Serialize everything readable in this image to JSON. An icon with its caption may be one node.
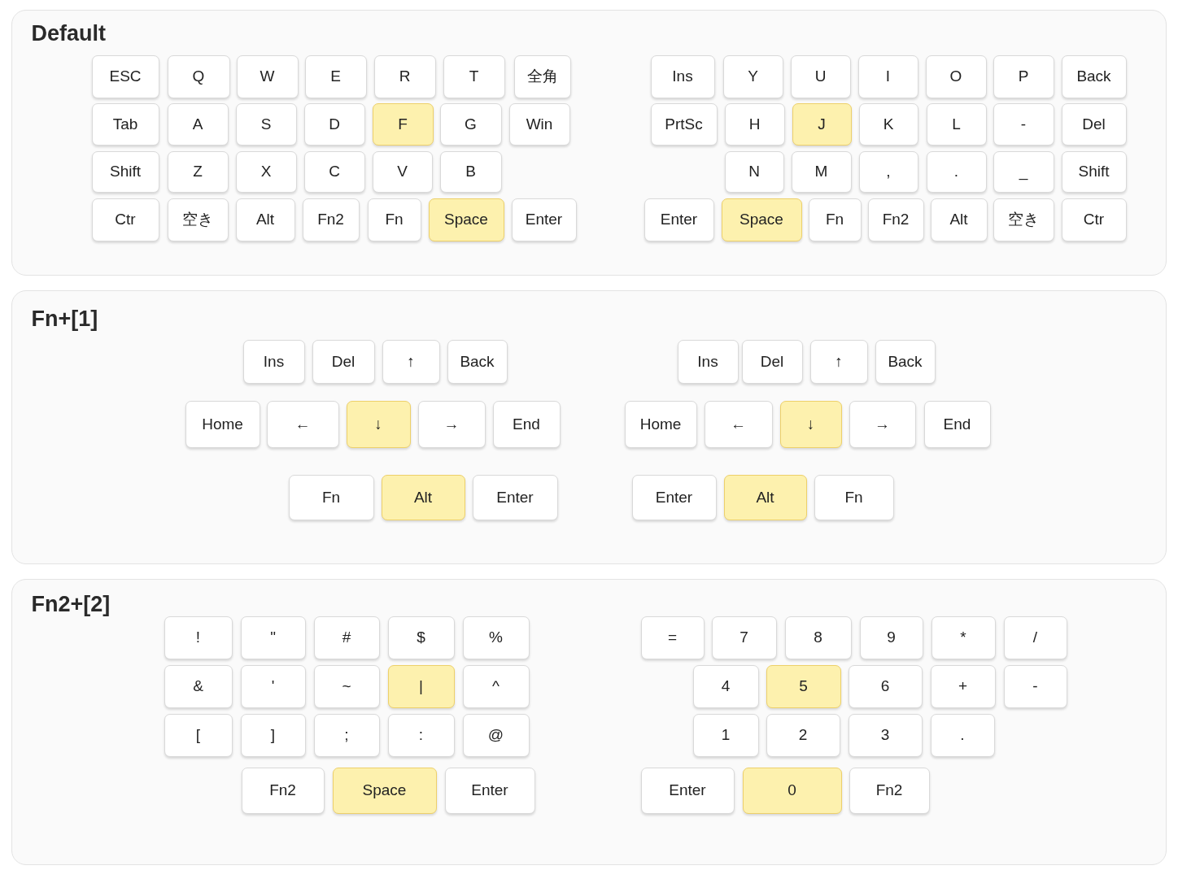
{
  "diagram": {
    "nodes": [
      {
        "text": [
          "Default"
        ]
      },
      {
        "text": [
          "ESC"
        ],
        "in": 0
      },
      {
        "text": [
          "Q"
        ],
        "in": 0
      },
      {
        "text": [
          "W"
        ],
        "in": 0
      },
      {
        "text": [
          "E"
        ],
        "in": 0
      },
      {
        "text": [
          "R"
        ],
        "in": 0
      },
      {
        "text": [
          "T"
        ],
        "in": 0
      },
      {
        "text": [
          "全角"
        ],
        "in": 0
      },
      {
        "text": [
          "Ins"
        ],
        "in": 0
      },
      {
        "text": [
          "Y"
        ],
        "in": 0
      },
      {
        "text": [
          "U"
        ],
        "in": 0
      },
      {
        "text": [
          "I"
        ],
        "in": 0
      },
      {
        "text": [
          "O"
        ],
        "in": 0
      },
      {
        "text": [
          "P"
        ],
        "in": 0
      },
      {
        "text": [
          "Back"
        ],
        "in": 0
      },
      {
        "text": [
          "Tab"
        ],
        "in": 0
      },
      {
        "text": [
          "A"
        ],
        "in": 0
      },
      {
        "text": [
          "S"
        ],
        "in": 0
      },
      {
        "text": [
          "D"
        ],
        "in": 0
      },
      {
        "text": [
          "F"
        ],
        "in": 0
      },
      {
        "text": [
          "G"
        ],
        "in": 0
      },
      {
        "text": [
          "Win"
        ],
        "in": 0
      },
      {
        "text": [
          "PrtSc"
        ],
        "in": 0
      },
      {
        "text": [
          "H"
        ],
        "in": 0
      },
      {
        "text": [
          "J"
        ],
        "in": 0
      },
      {
        "text": [
          "K"
        ],
        "in": 0
      },
      {
        "text": [
          "L"
        ],
        "in": 0
      },
      {
        "text": [
          "-"
        ],
        "in": 0
      },
      {
        "text": [
          "Del"
        ],
        "in": 0
      },
      {
        "text": [
          "Shift"
        ],
        "in": 0
      },
      {
        "text": [
          "Z"
        ],
        "in": 0
      },
      {
        "text": [
          "X"
        ],
        "in": 0
      },
      {
        "text": [
          "C"
        ],
        "in": 0
      },
      {
        "text": [
          "V"
        ],
        "in": 0
      },
      {
        "text": [
          "B"
        ],
        "in": 0
      },
      {
        "text": [
          "N"
        ],
        "in": 0
      },
      {
        "text": [
          "M"
        ],
        "in": 0
      },
      {
        "text": [
          ","
        ],
        "in": 0
      },
      {
        "text": [
          "."
        ],
        "in": 0
      },
      {
        "text": [
          "_"
        ],
        "in": 0
      },
      {
        "text": [
          "Shift"
        ],
        "in": 0
      },
      {
        "text": [
          "Ctr"
        ],
        "in": 0
      },
      {
        "text": [
          "空き"
        ],
        "in": 0
      },
      {
        "text": [
          "Alt"
        ],
        "in": 0
      },
      {
        "text": [
          "Fn2"
        ],
        "in": 0
      },
      {
        "text": [
          "Fn"
        ],
        "in": 0
      },
      {
        "text": [
          "Space"
        ],
        "in": 0
      },
      {
        "text": [
          "Enter"
        ],
        "in": 0
      },
      {
        "text": [
          "Enter"
        ],
        "in": 0
      },
      {
        "text": [
          "Space"
        ],
        "in": 0
      },
      {
        "text": [
          "Fn"
        ],
        "in": 0
      },
      {
        "text": [
          "Fn2"
        ],
        "in": 0
      },
      {
        "text": [
          "Alt"
        ],
        "in": 0
      },
      {
        "text": [
          "空き"
        ],
        "in": 0
      },
      {
        "text": [
          "Ctr"
        ],
        "in": 0
      },
      {
        "text": [
          "Fn+[1]"
        ]
      },
      {
        "text": [
          "Ins"
        ],
        "in": 55
      },
      {
        "text": [
          "Del"
        ],
        "in": 55
      },
      {
        "text": [
          "↑"
        ],
        "in": 55
      },
      {
        "text": [
          "Back"
        ],
        "in": 55
      },
      {
        "text": [
          "Ins"
        ],
        "in": 55
      },
      {
        "text": [
          "Del"
        ],
        "in": 55
      },
      {
        "text": [
          "↑"
        ],
        "in": 55
      },
      {
        "text": [
          "Back"
        ],
        "in": 55
      },
      {
        "text": [
          "Home"
        ],
        "in": 55
      },
      {
        "text": [
          "←"
        ],
        "in": 55
      },
      {
        "text": [
          "↓"
        ],
        "in": 55
      },
      {
        "text": [
          "→"
        ],
        "in": 55
      },
      {
        "text": [
          "End"
        ],
        "in": 55
      },
      {
        "text": [
          "Home"
        ],
        "in": 55
      },
      {
        "text": [
          "←"
        ],
        "in": 55
      },
      {
        "text": [
          "↓"
        ],
        "in": 55
      },
      {
        "text": [
          "→"
        ],
        "in": 55
      },
      {
        "text": [
          "End"
        ],
        "in": 55
      },
      {
        "text": [
          "Fn"
        ],
        "in": 55
      },
      {
        "text": [
          "Alt"
        ],
        "in": 55
      },
      {
        "text": [
          "Enter"
        ],
        "in": 55
      },
      {
        "text": [
          "Enter"
        ],
        "in": 55
      },
      {
        "text": [
          "Alt"
        ],
        "in": 55
      },
      {
        "text": [
          "Fn"
        ],
        "in": 55
      },
      {
        "text": [
          "Fn2+[2]"
        ]
      },
      {
        "text": [
          "!"
        ],
        "in": 80
      },
      {
        "text": [
          "\""
        ],
        "in": 80
      },
      {
        "text": [
          "#"
        ],
        "in": 80
      },
      {
        "text": [
          "$"
        ],
        "in": 80
      },
      {
        "text": [
          "%"
        ],
        "in": 80
      },
      {
        "text": [
          "="
        ],
        "in": 80
      },
      {
        "text": [
          "7"
        ],
        "in": 80
      },
      {
        "text": [
          "8"
        ],
        "in": 80
      },
      {
        "text": [
          "9"
        ],
        "in": 80
      },
      {
        "text": [
          "*"
        ],
        "in": 80
      },
      {
        "text": [
          "/"
        ],
        "in": 80
      },
      {
        "text": [
          "&"
        ],
        "in": 80
      },
      {
        "text": [
          "'"
        ],
        "in": 80
      },
      {
        "text": [
          "~"
        ],
        "in": 80
      },
      {
        "text": [
          "|"
        ],
        "in": 80
      },
      {
        "text": [
          "^"
        ],
        "in": 80
      },
      {
        "text": [
          "4"
        ],
        "in": 80
      },
      {
        "text": [
          "5"
        ],
        "in": 80
      },
      {
        "text": [
          "6"
        ],
        "in": 80
      },
      {
        "text": [
          "+"
        ],
        "in": 80
      },
      {
        "text": [
          "-"
        ],
        "in": 80
      },
      {
        "text": [
          "["
        ],
        "in": 80
      },
      {
        "text": [
          "]"
        ],
        "in": 80
      },
      {
        "text": [
          ";"
        ],
        "in": 80
      },
      {
        "text": [
          ":"
        ],
        "in": 80
      },
      {
        "text": [
          "@"
        ],
        "in": 80
      },
      {
        "text": [
          "1"
        ],
        "in": 80
      },
      {
        "text": [
          "2"
        ],
        "in": 80
      },
      {
        "text": [
          "3"
        ],
        "in": 80
      },
      {
        "text": [
          "."
        ],
        "in": 80
      },
      {
        "text": [
          "Fn2"
        ],
        "in": 80
      },
      {
        "text": [
          "Space"
        ],
        "in": 80
      },
      {
        "text": [
          "Enter"
        ],
        "in": 80
      },
      {
        "text": [
          "Enter"
        ],
        "in": 80
      },
      {
        "text": [
          "0"
        ],
        "in": 80
      },
      {
        "text": [
          "Fn2"
        ],
        "in": 80
      }
    ]
  }
}
